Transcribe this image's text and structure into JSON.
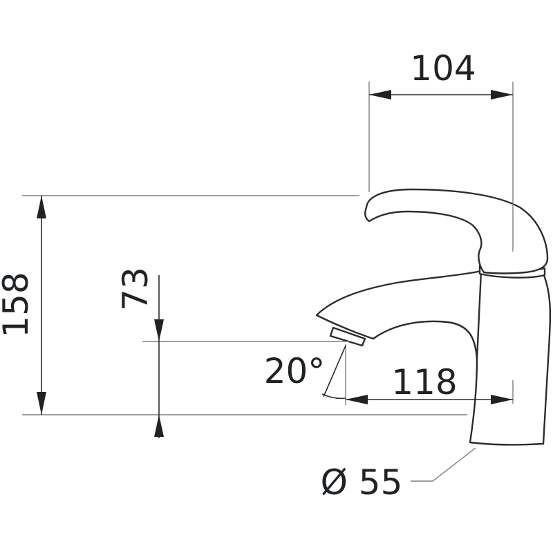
{
  "drawing": {
    "subject": "single-lever basin faucet, side view",
    "dimensions": {
      "width_top": "104",
      "height_total": "158",
      "spout_height": "73",
      "spout_angle": "20°",
      "spout_reach": "118",
      "base_diameter": "Ø 55"
    },
    "colors": {
      "line": "#2a2d30",
      "extension_line": "#7a7d80",
      "text": "#1f2326",
      "background": "#ffffff"
    }
  }
}
